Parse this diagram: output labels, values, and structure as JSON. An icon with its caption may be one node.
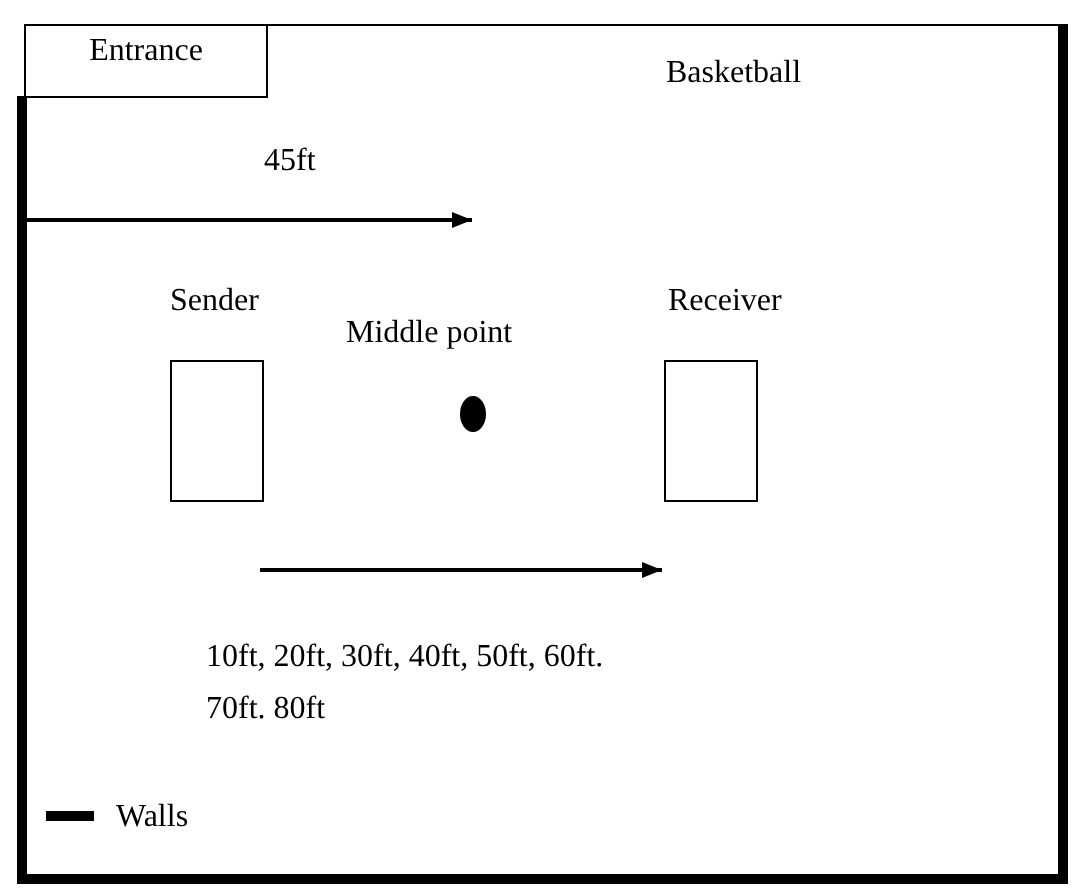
{
  "diagram": {
    "nodes": [
      {
        "text": [
          "Entrance"
        ]
      },
      {
        "text": [
          "Sender"
        ]
      },
      {
        "text": [
          "Middle point"
        ]
      },
      {
        "text": [
          "Receiver"
        ]
      }
    ],
    "edges": [],
    "labels": [
      "Basketball",
      "45ft",
      "10ft, 20ft, 30ft, 40ft, 50ft, 60ft. 70ft. 80ft"
    ],
    "legend": [
      {
        "text": "Walls"
      }
    ]
  }
}
